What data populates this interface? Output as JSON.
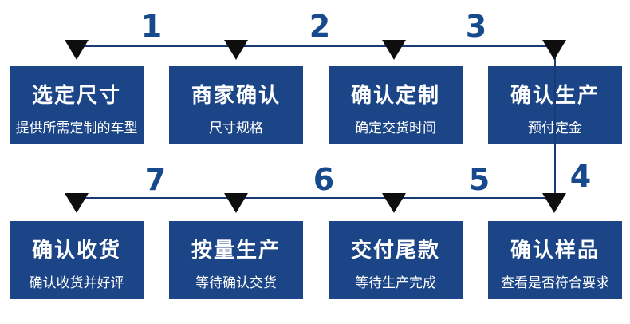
{
  "palette": {
    "box-bg": "#1b4587",
    "line-color": "#1a3a75",
    "number-color": "#164a8c",
    "arrow-color": "#0e0e0e",
    "text-color": "#ffffff"
  },
  "flow": {
    "top_row": [
      {
        "title": "选定尺寸",
        "subtitle": "提供所需定制的车型"
      },
      {
        "title": "商家确认",
        "subtitle": "尺寸规格"
      },
      {
        "title": "确认定制",
        "subtitle": "确定交货时间"
      },
      {
        "title": "确认生产",
        "subtitle": "预付定金"
      }
    ],
    "bottom_row": [
      {
        "title": "确认收货",
        "subtitle": "确认收货并好评"
      },
      {
        "title": "按量生产",
        "subtitle": "等待确认交货"
      },
      {
        "title": "交付尾款",
        "subtitle": "等待生产完成"
      },
      {
        "title": "确认样品",
        "subtitle": "查看是否符合要求"
      }
    ],
    "arrow_numbers": {
      "top": [
        "1",
        "2",
        "3"
      ],
      "middle": [
        "7",
        "6",
        "5"
      ],
      "vertical": "4"
    }
  }
}
